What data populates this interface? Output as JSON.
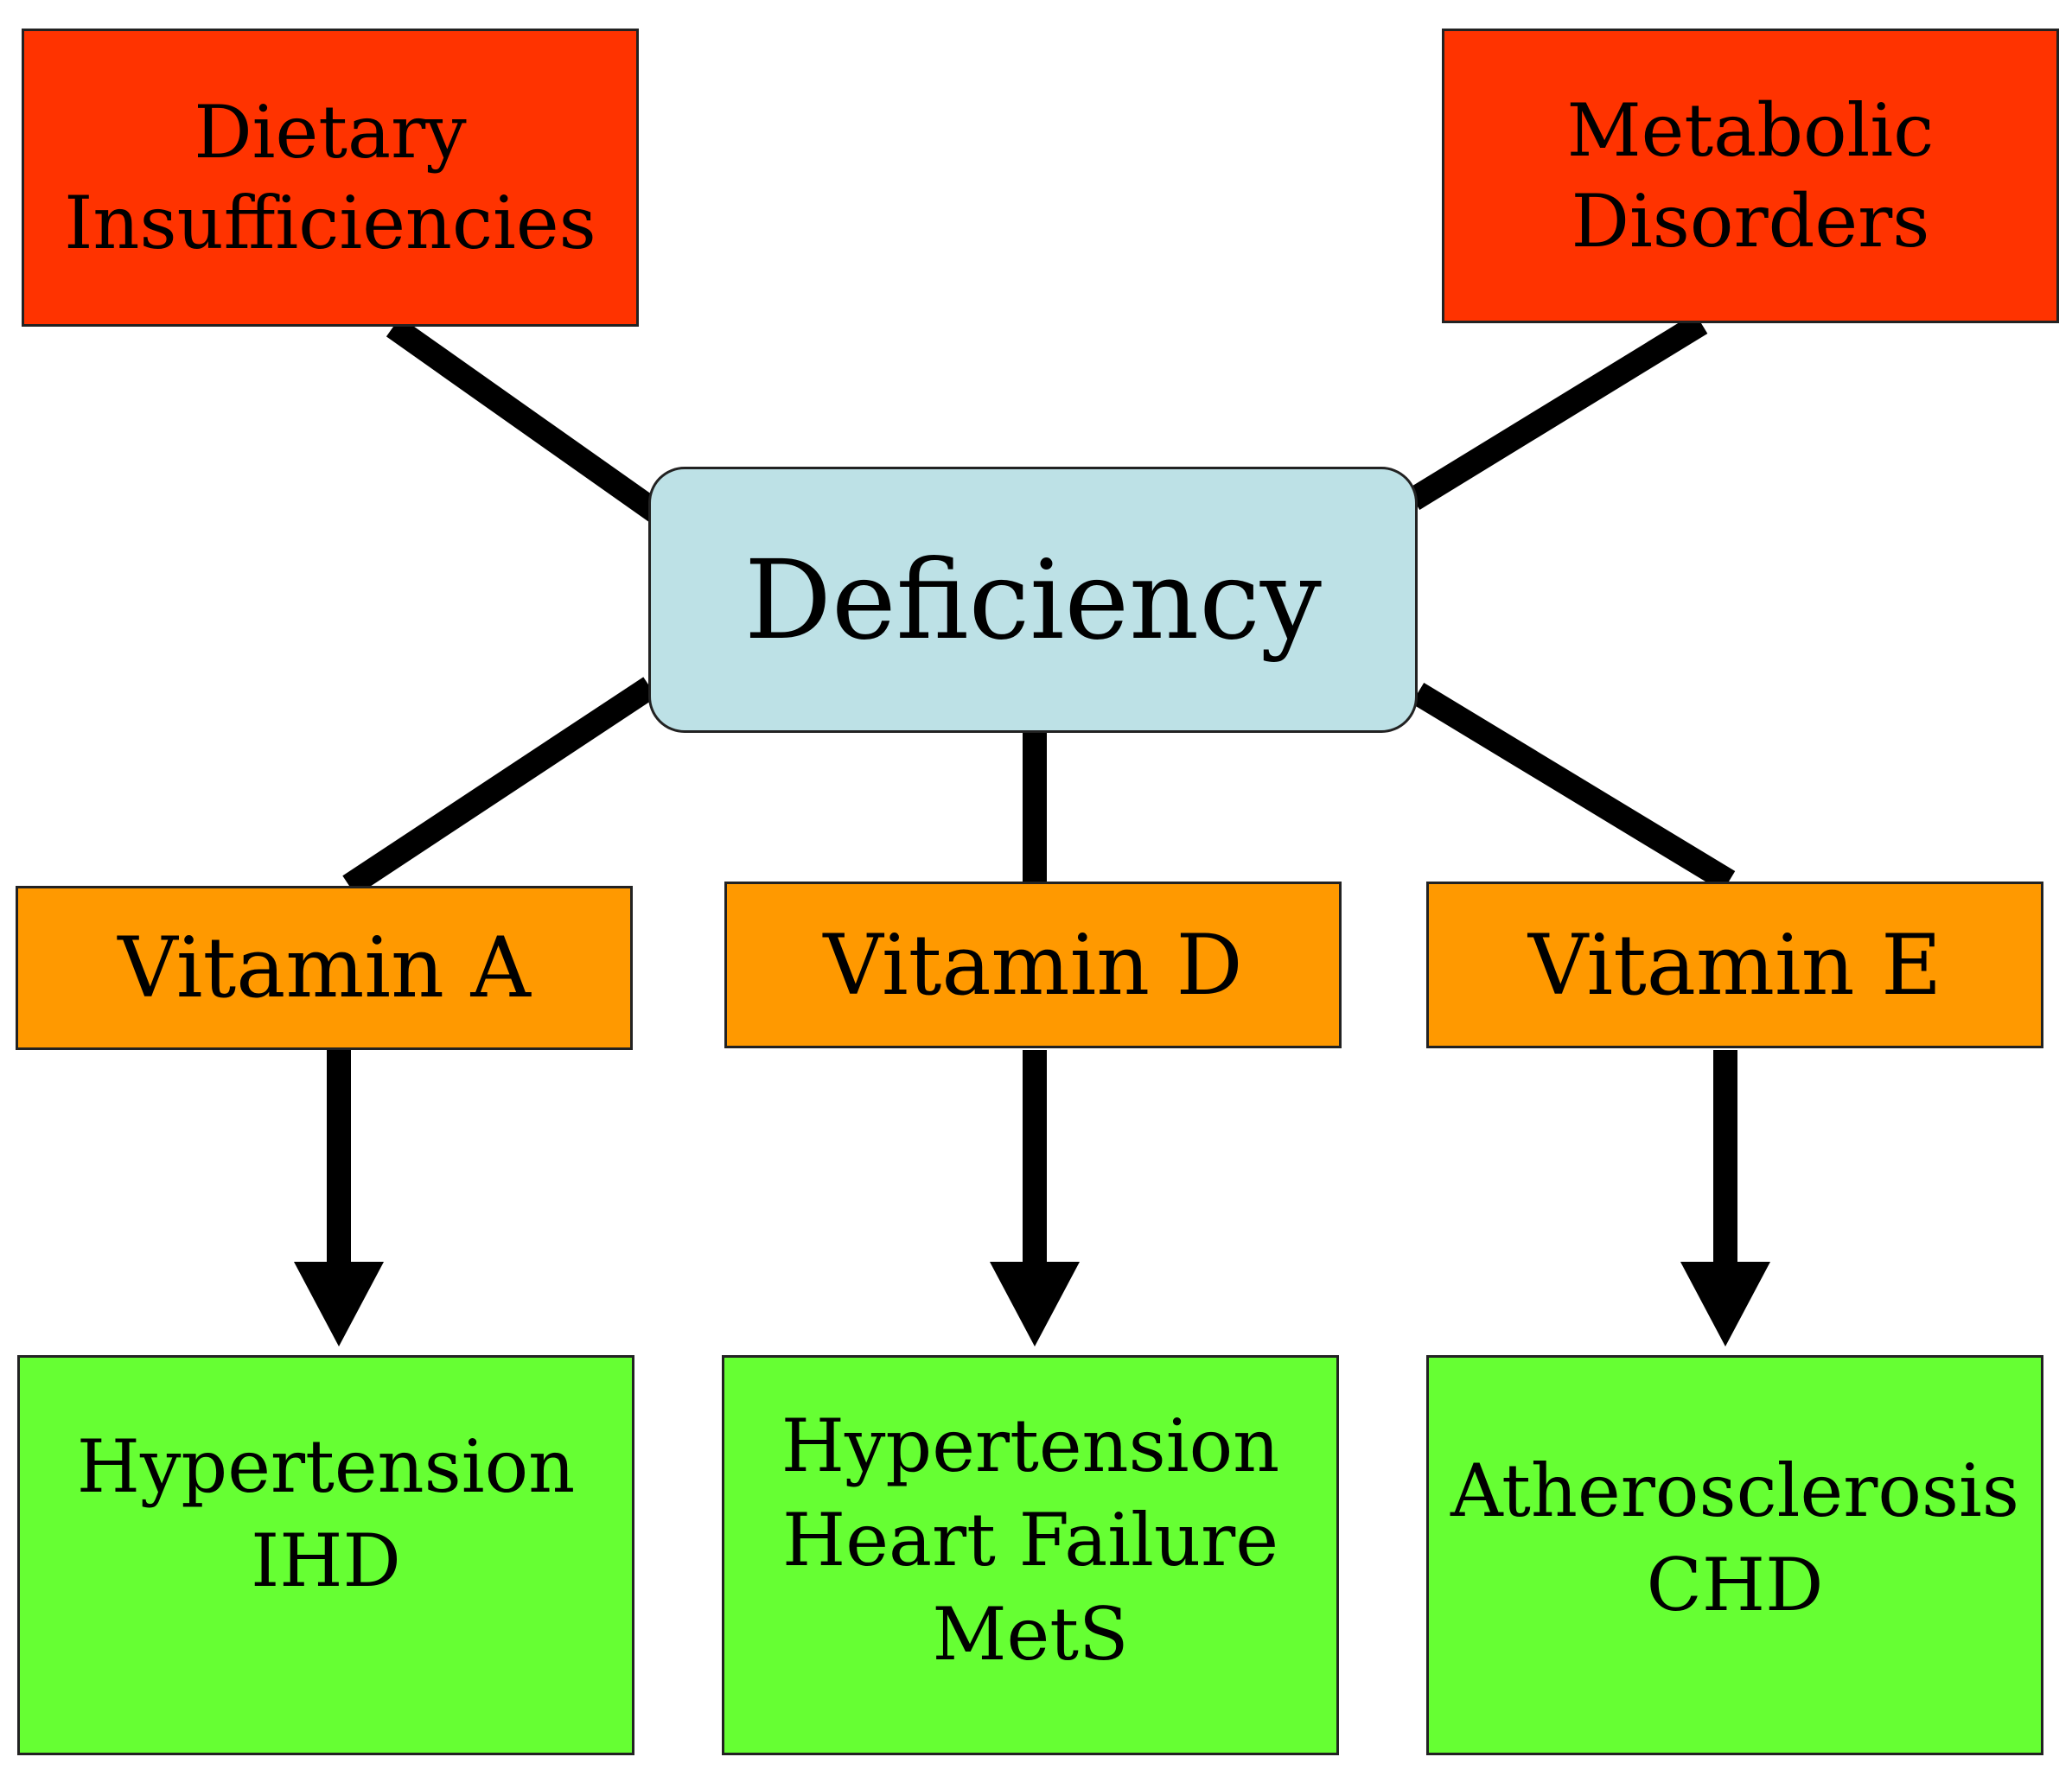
{
  "colors": {
    "cause": "#ff3300",
    "center": "#bde1e6",
    "vitamin": "#ff9900",
    "outcome": "#66ff33",
    "connector": "#000000"
  },
  "causes": [
    {
      "id": "dietary",
      "lines": [
        "Dietary",
        "Insufficiencies"
      ]
    },
    {
      "id": "metabolic",
      "lines": [
        "Metabolic",
        "Disorders"
      ]
    }
  ],
  "center": {
    "label": "Deficiency"
  },
  "vitamins": [
    {
      "id": "a",
      "label": "Vitamin A"
    },
    {
      "id": "d",
      "label": "Vitamin D"
    },
    {
      "id": "e",
      "label": "Vitamin E"
    }
  ],
  "outcomes": [
    {
      "id": "a",
      "lines": [
        "Hypertension",
        "IHD"
      ]
    },
    {
      "id": "d",
      "lines": [
        "Hypertension",
        "Heart Failure",
        "MetS"
      ]
    },
    {
      "id": "e",
      "lines": [
        "Atherosclerosis",
        "CHD"
      ]
    }
  ]
}
